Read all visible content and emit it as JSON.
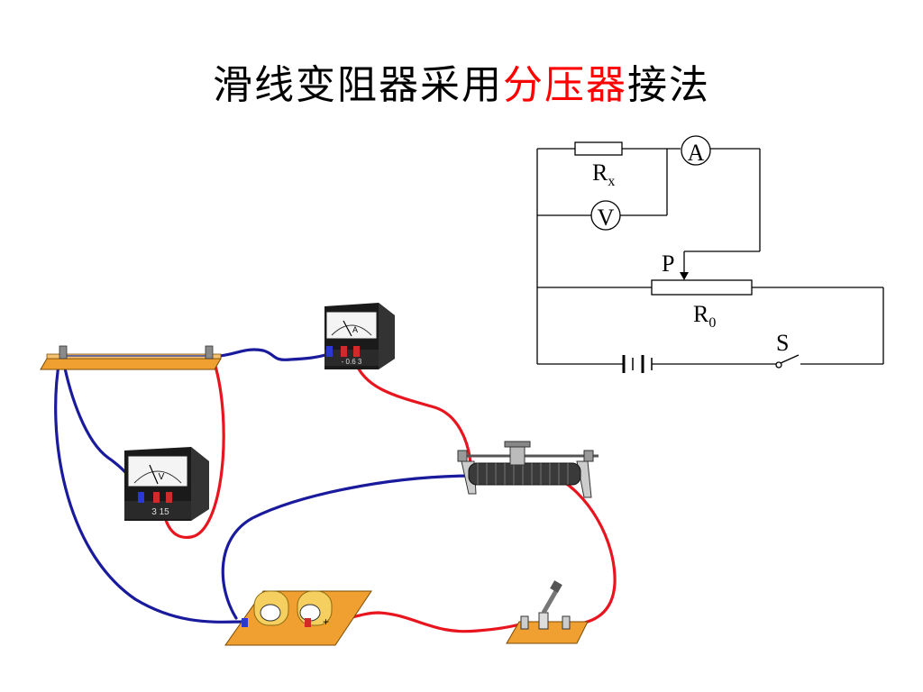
{
  "title": {
    "part1": "滑线变阻器采用",
    "highlight": "分压器",
    "part2": "接法",
    "highlight_color": "#ff0000"
  },
  "schematic": {
    "resistor_label": "R",
    "resistor_sub": "x",
    "ammeter": "A",
    "voltmeter": "V",
    "slider": "P",
    "rheostat_label": "R",
    "rheostat_sub": "0",
    "switch": "S"
  },
  "apparatus": {
    "ammeter_meter_letter": "A",
    "ammeter_terminals": "- 0.6 3",
    "voltmeter_meter_letter": "V",
    "voltmeter_terminals": "3 15",
    "battery_plus": "+"
  },
  "colors": {
    "wire_red": "#e8141e",
    "wire_blue": "#1a1a9c",
    "board_orange": "#f0a030",
    "schematic_line": "#000000"
  }
}
